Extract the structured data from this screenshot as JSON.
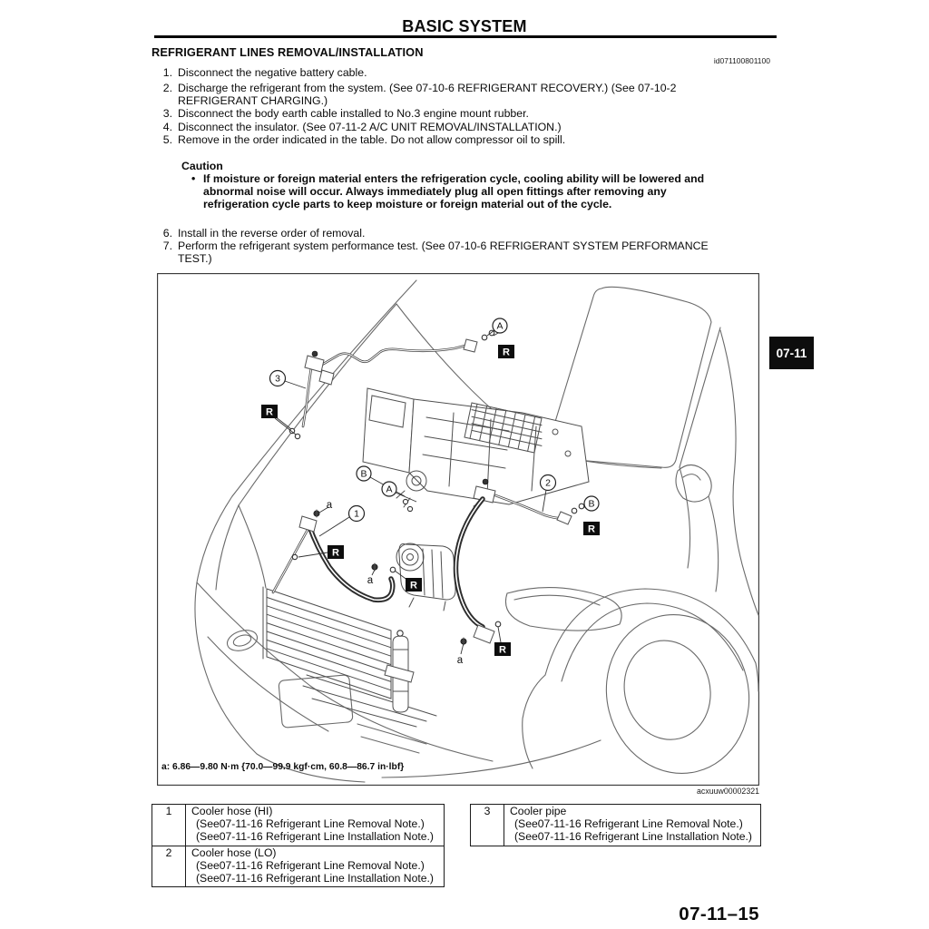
{
  "header": {
    "title": "BASIC SYSTEM"
  },
  "section": {
    "title": "REFRIGERANT LINES REMOVAL/INSTALLATION",
    "doc_id": "id071100801100"
  },
  "steps": [
    {
      "num": "1.",
      "text": "Disconnect the negative battery cable."
    },
    {
      "num": "2.",
      "text": "Discharge the refrigerant from the system. (See 07-10-6 REFRIGERANT RECOVERY.) (See 07-10-2\nREFRIGERANT CHARGING.)"
    },
    {
      "num": "3.",
      "text": "Disconnect the body earth cable installed to No.3 engine mount rubber."
    },
    {
      "num": "4.",
      "text": "Disconnect the insulator. (See 07-11-2 A/C UNIT REMOVAL/INSTALLATION.)"
    },
    {
      "num": "5.",
      "text": "Remove in the order indicated in the table. Do not allow compressor oil to spill."
    },
    {
      "num": "6.",
      "text": "Install in the reverse order of removal."
    },
    {
      "num": "7.",
      "text": "Perform the refrigerant system performance test. (See 07-10-6 REFRIGERANT SYSTEM PERFORMANCE\nTEST.)"
    }
  ],
  "caution": {
    "label": "Caution",
    "bullet": "•",
    "text": "If moisture or foreign material enters the refrigeration cycle, cooling ability will be lowered and\nabnormal noise will occur. Always immediately plug all open fittings after removing any\nrefrigeration cycle parts to keep moisture or foreign material out of the cycle."
  },
  "figure": {
    "torque_note": "a: 6.86—9.80 N·m {70.0—99.9 kgf·cm, 60.8—86.7 in·lbf}",
    "figure_id": "acxuuw00002321",
    "labels": {
      "n1": "1",
      "n2": "2",
      "n3": "3",
      "A": "A",
      "B": "B",
      "R": "R",
      "a": "a"
    }
  },
  "parts_tables": {
    "left": [
      {
        "num": "1",
        "name": "Cooler hose (HI)",
        "note1": "(See07-11-16 Refrigerant Line Removal Note.)",
        "note2": "(See07-11-16 Refrigerant Line Installation Note.)"
      },
      {
        "num": "2",
        "name": "Cooler hose (LO)",
        "note1": "(See07-11-16 Refrigerant Line Removal Note.)",
        "note2": "(See07-11-16 Refrigerant Line Installation Note.)"
      }
    ],
    "right": [
      {
        "num": "3",
        "name": "Cooler pipe",
        "note1": "(See07-11-16 Refrigerant Line Removal Note.)",
        "note2": "(See07-11-16 Refrigerant Line Installation Note.)"
      }
    ]
  },
  "side_tab": {
    "label": "07-11"
  },
  "footer": {
    "page_number": "07-11–15"
  }
}
